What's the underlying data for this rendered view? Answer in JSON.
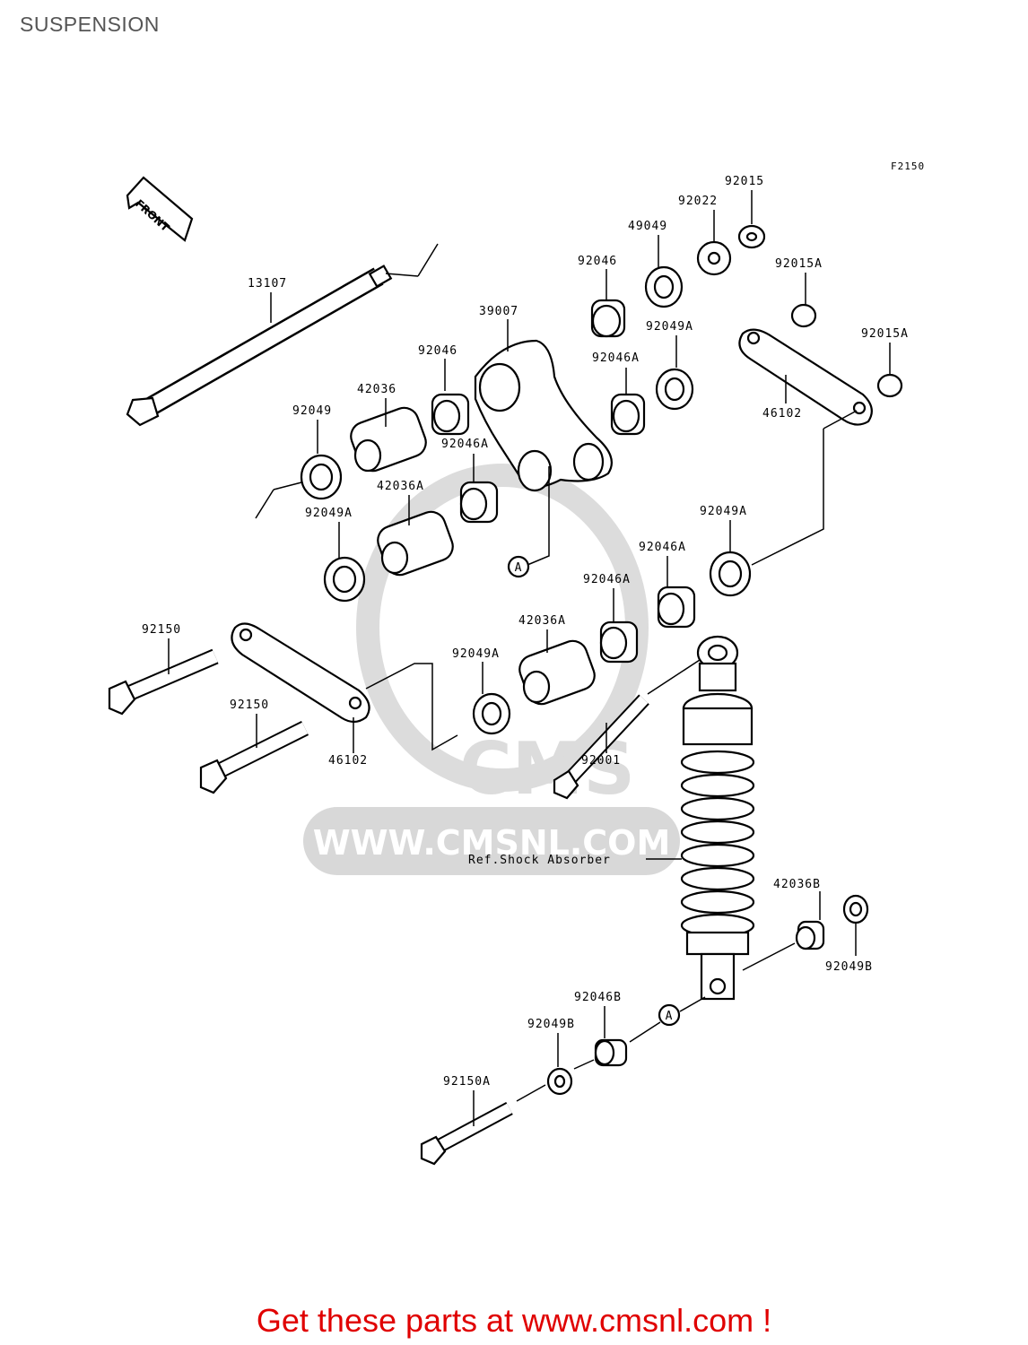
{
  "header": {
    "title": "SUSPENSION"
  },
  "diagram": {
    "ref_code": "F2150",
    "front_label": "FRONT",
    "ref_marker": "A",
    "watermark_text": "WWW.CMSNL.COM",
    "watermark_logo": "CMS",
    "callouts": [
      "92015",
      "92022",
      "49049",
      "92046",
      "92015A",
      "39007",
      "92049A",
      "92046A",
      "92015A",
      "13107",
      "92046",
      "42036",
      "92049",
      "46102",
      "92046A",
      "42036A",
      "92049A",
      "92049A",
      "92046A",
      "92046A",
      "92150",
      "42036A",
      "92049A",
      "92150",
      "92001",
      "46102",
      "Ref.Shock Absorber",
      "42036B",
      "92049B",
      "92046B",
      "92049B",
      "92150A"
    ]
  },
  "footer": {
    "text": "Get these parts at www.cmsnl.com !"
  }
}
